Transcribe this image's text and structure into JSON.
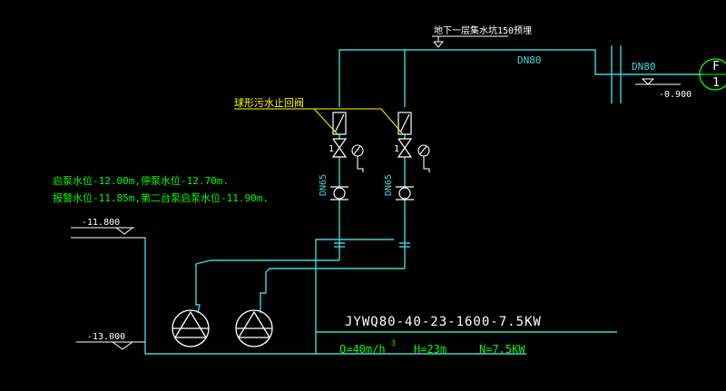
{
  "drawing": {
    "colors": {
      "background": "#000000",
      "pipe": "#3fd6d6",
      "annotation": "#ffff00",
      "note": "#00ff00",
      "white": "#ffffff",
      "green": "#00ff00"
    },
    "top_note": "地下一层集水坑150预埋",
    "valve_label": "球形污水止回阀",
    "pipe_labels": {
      "dn80_top": "DN80",
      "dn80_right": "DN80",
      "dn65_left": "DN65",
      "dn65_right": "DN65"
    },
    "elevations": {
      "right": "-0.900",
      "left_top": "-11.800",
      "left_bottom": "-13.000"
    },
    "water_level_notes": {
      "line1": "启泵水位-12.00m,停泵水位-12.70m.",
      "line2": "报警水位-11.85m,第二台泵启泵水位-11.90m."
    },
    "axis_marker": {
      "letter": "F",
      "number": "1"
    },
    "pump_model": "JYWQ80-40-23-1600-7.5KW",
    "pump_specs": {
      "flow": "Q=40m/h",
      "flow_sup": "3",
      "head": "H=23m",
      "power": "N=7.5KW"
    },
    "valve_number": "1"
  }
}
